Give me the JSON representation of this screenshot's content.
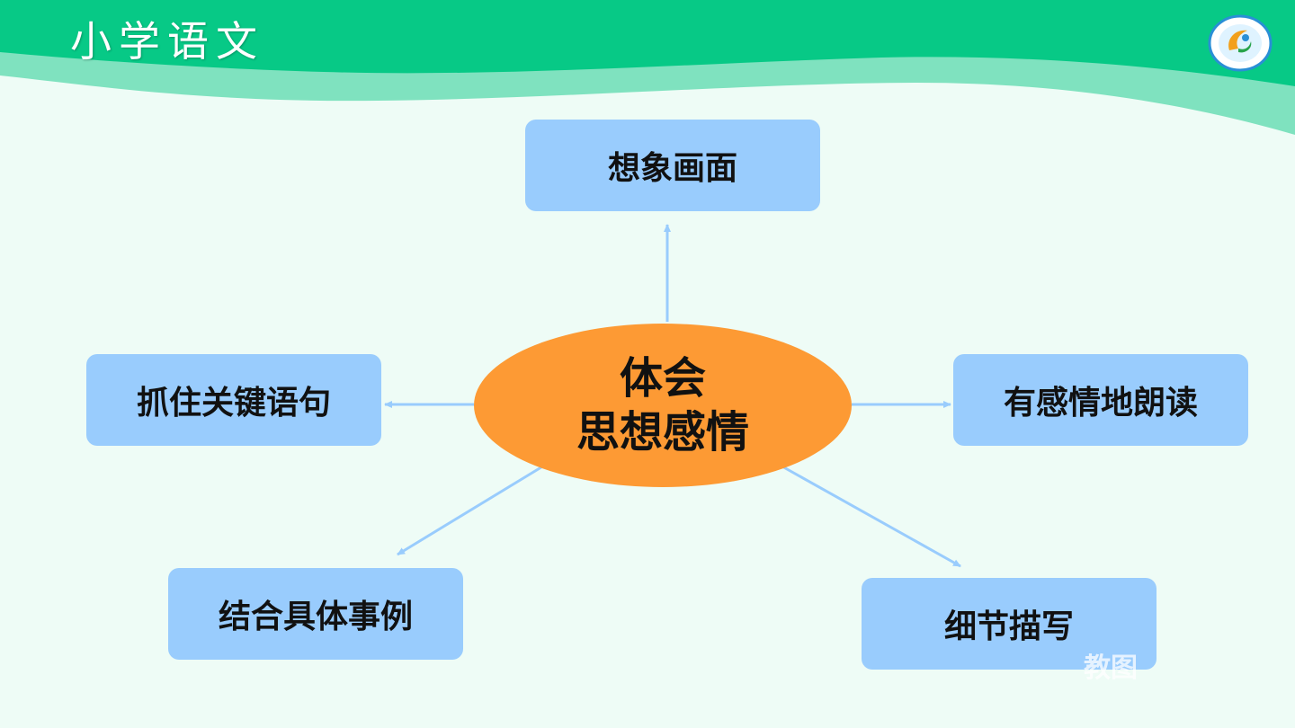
{
  "header": {
    "title": "小学语文"
  },
  "colors": {
    "header_green": "#07c986",
    "header_light": "#7fe2bf",
    "background": "#eefcf6",
    "node_fill": "#99ccfd",
    "center_fill": "#fd9a34",
    "arrow": "#99ccfd"
  },
  "diagram": {
    "center": {
      "line1": "体会",
      "line2": "思想感情"
    },
    "nodes": {
      "top": "想象画面",
      "left": "抓住关键语句",
      "right": "有感情地朗读",
      "bottom_left": "结合具体事例",
      "bottom_right": "细节描写"
    }
  },
  "watermark": "教图"
}
